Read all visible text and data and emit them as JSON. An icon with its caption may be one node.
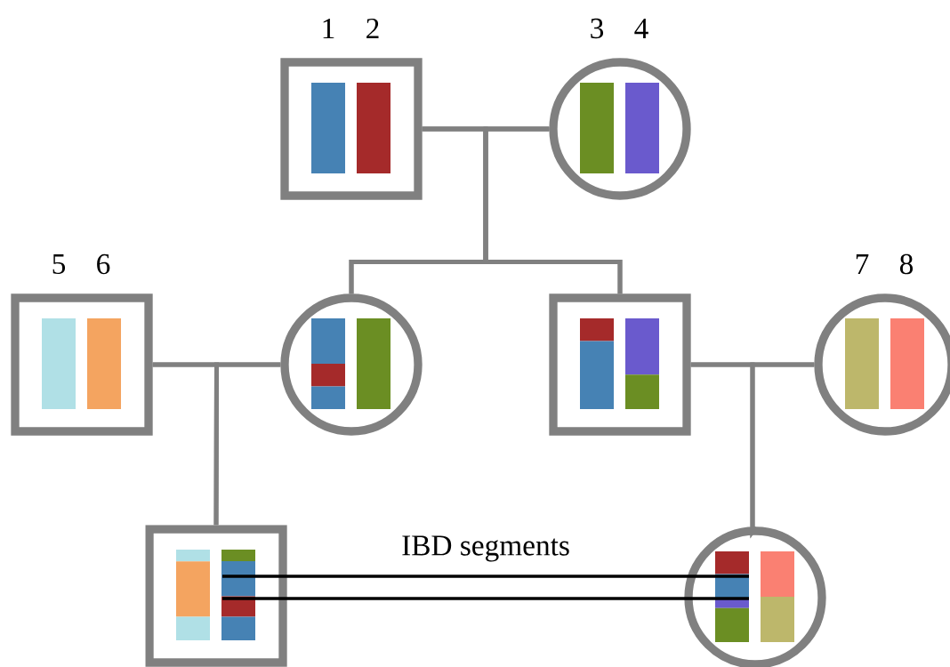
{
  "diagram": {
    "nodes": [
      {
        "text": [],
        "shape": "box",
        "beside": [
          "1",
          "2"
        ]
      },
      {
        "text": [],
        "shape": "circle",
        "beside": [
          "3",
          "4"
        ]
      },
      {
        "text": [],
        "shape": "box",
        "beside": [
          "5",
          "6"
        ]
      },
      {
        "text": [],
        "shape": "circle"
      },
      {
        "text": [],
        "shape": "box"
      },
      {
        "text": [],
        "shape": "circle",
        "beside": [
          "7",
          "8"
        ]
      },
      {
        "text": [],
        "shape": "box"
      },
      {
        "text": [],
        "shape": "circle"
      }
    ],
    "edges": [
      {
        "from": 0,
        "to": 1,
        "arrow": "none"
      },
      {
        "from": 0,
        "to": 3,
        "arrow": "none"
      },
      {
        "from": 1,
        "to": 3,
        "arrow": "none"
      },
      {
        "from": 0,
        "to": 4,
        "arrow": "none"
      },
      {
        "from": 1,
        "to": 4,
        "arrow": "none"
      },
      {
        "from": 2,
        "to": 3,
        "arrow": "none"
      },
      {
        "from": 2,
        "to": 6,
        "arrow": "none"
      },
      {
        "from": 3,
        "to": 6,
        "arrow": "none"
      },
      {
        "from": 4,
        "to": 5,
        "arrow": "none"
      },
      {
        "from": 4,
        "to": 7,
        "arrow": "none"
      },
      {
        "from": 5,
        "to": 7,
        "arrow": "none"
      },
      {
        "from": 6,
        "to": 7,
        "arrow": "none",
        "label": "IBD segments",
        "color": "#000000"
      },
      {
        "from": 6,
        "to": 7,
        "arrow": "none",
        "color": "#000000"
      }
    ]
  }
}
